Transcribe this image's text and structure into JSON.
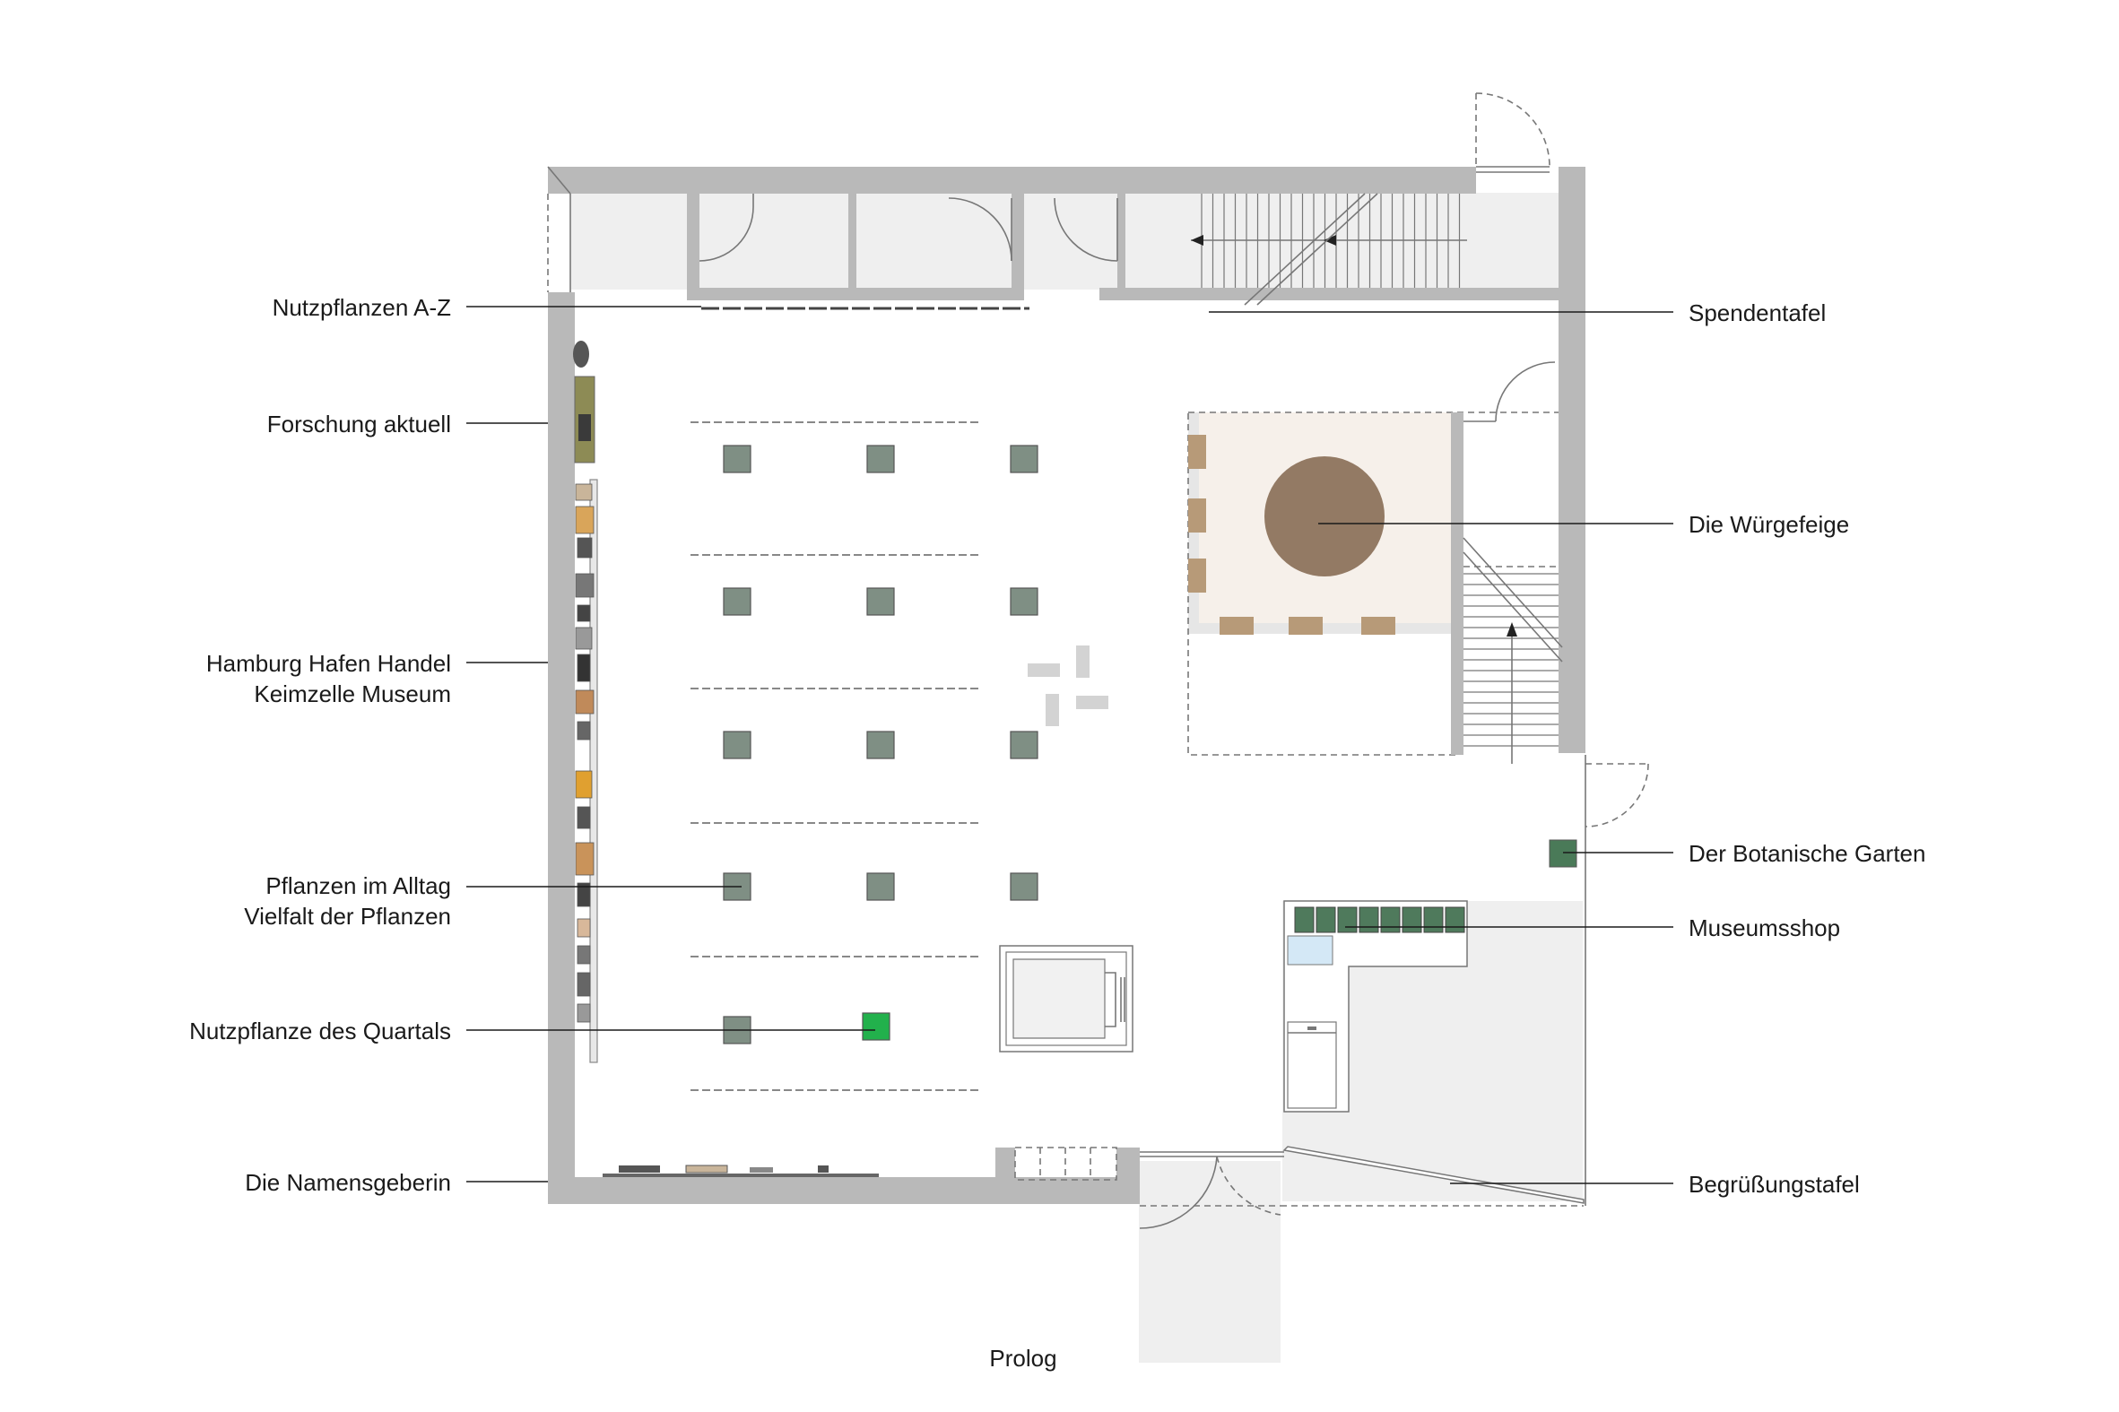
{
  "labels": {
    "nutzpflanzen_az": "Nutzpflanzen A-Z",
    "forschung": "Forschung aktuell",
    "hamburg_line1": "Hamburg Hafen Handel",
    "hamburg_line2": "Keimzelle Museum",
    "pflanzen_line1": "Pflanzen im Alltag",
    "pflanzen_line2": "Vielfalt der Pflanzen",
    "quartal": "Nutzpflanze des Quartals",
    "namensgeberin": "Die Namensgeberin",
    "spendentafel": "Spendentafel",
    "wuergefeige": "Die Würgefeige",
    "botanische_garten": "Der Botanische Garten",
    "museumsshop": "Museumsshop",
    "begruessung": "Begrüßungstafel",
    "prolog": "Prolog"
  },
  "colors": {
    "wall": "#b9b9b9",
    "floor_light": "#efefef",
    "display_case": "#7f8f84",
    "quartal_highlight": "#22b14c",
    "botanic_garden": "#4a7a58",
    "shop_shelf": "#4f7a5c",
    "fig_tree": "#937a64",
    "fig_platform": "#f6f0ea",
    "fig_bench": "#b79a78",
    "shop_fridge": "#d4e8f6"
  }
}
